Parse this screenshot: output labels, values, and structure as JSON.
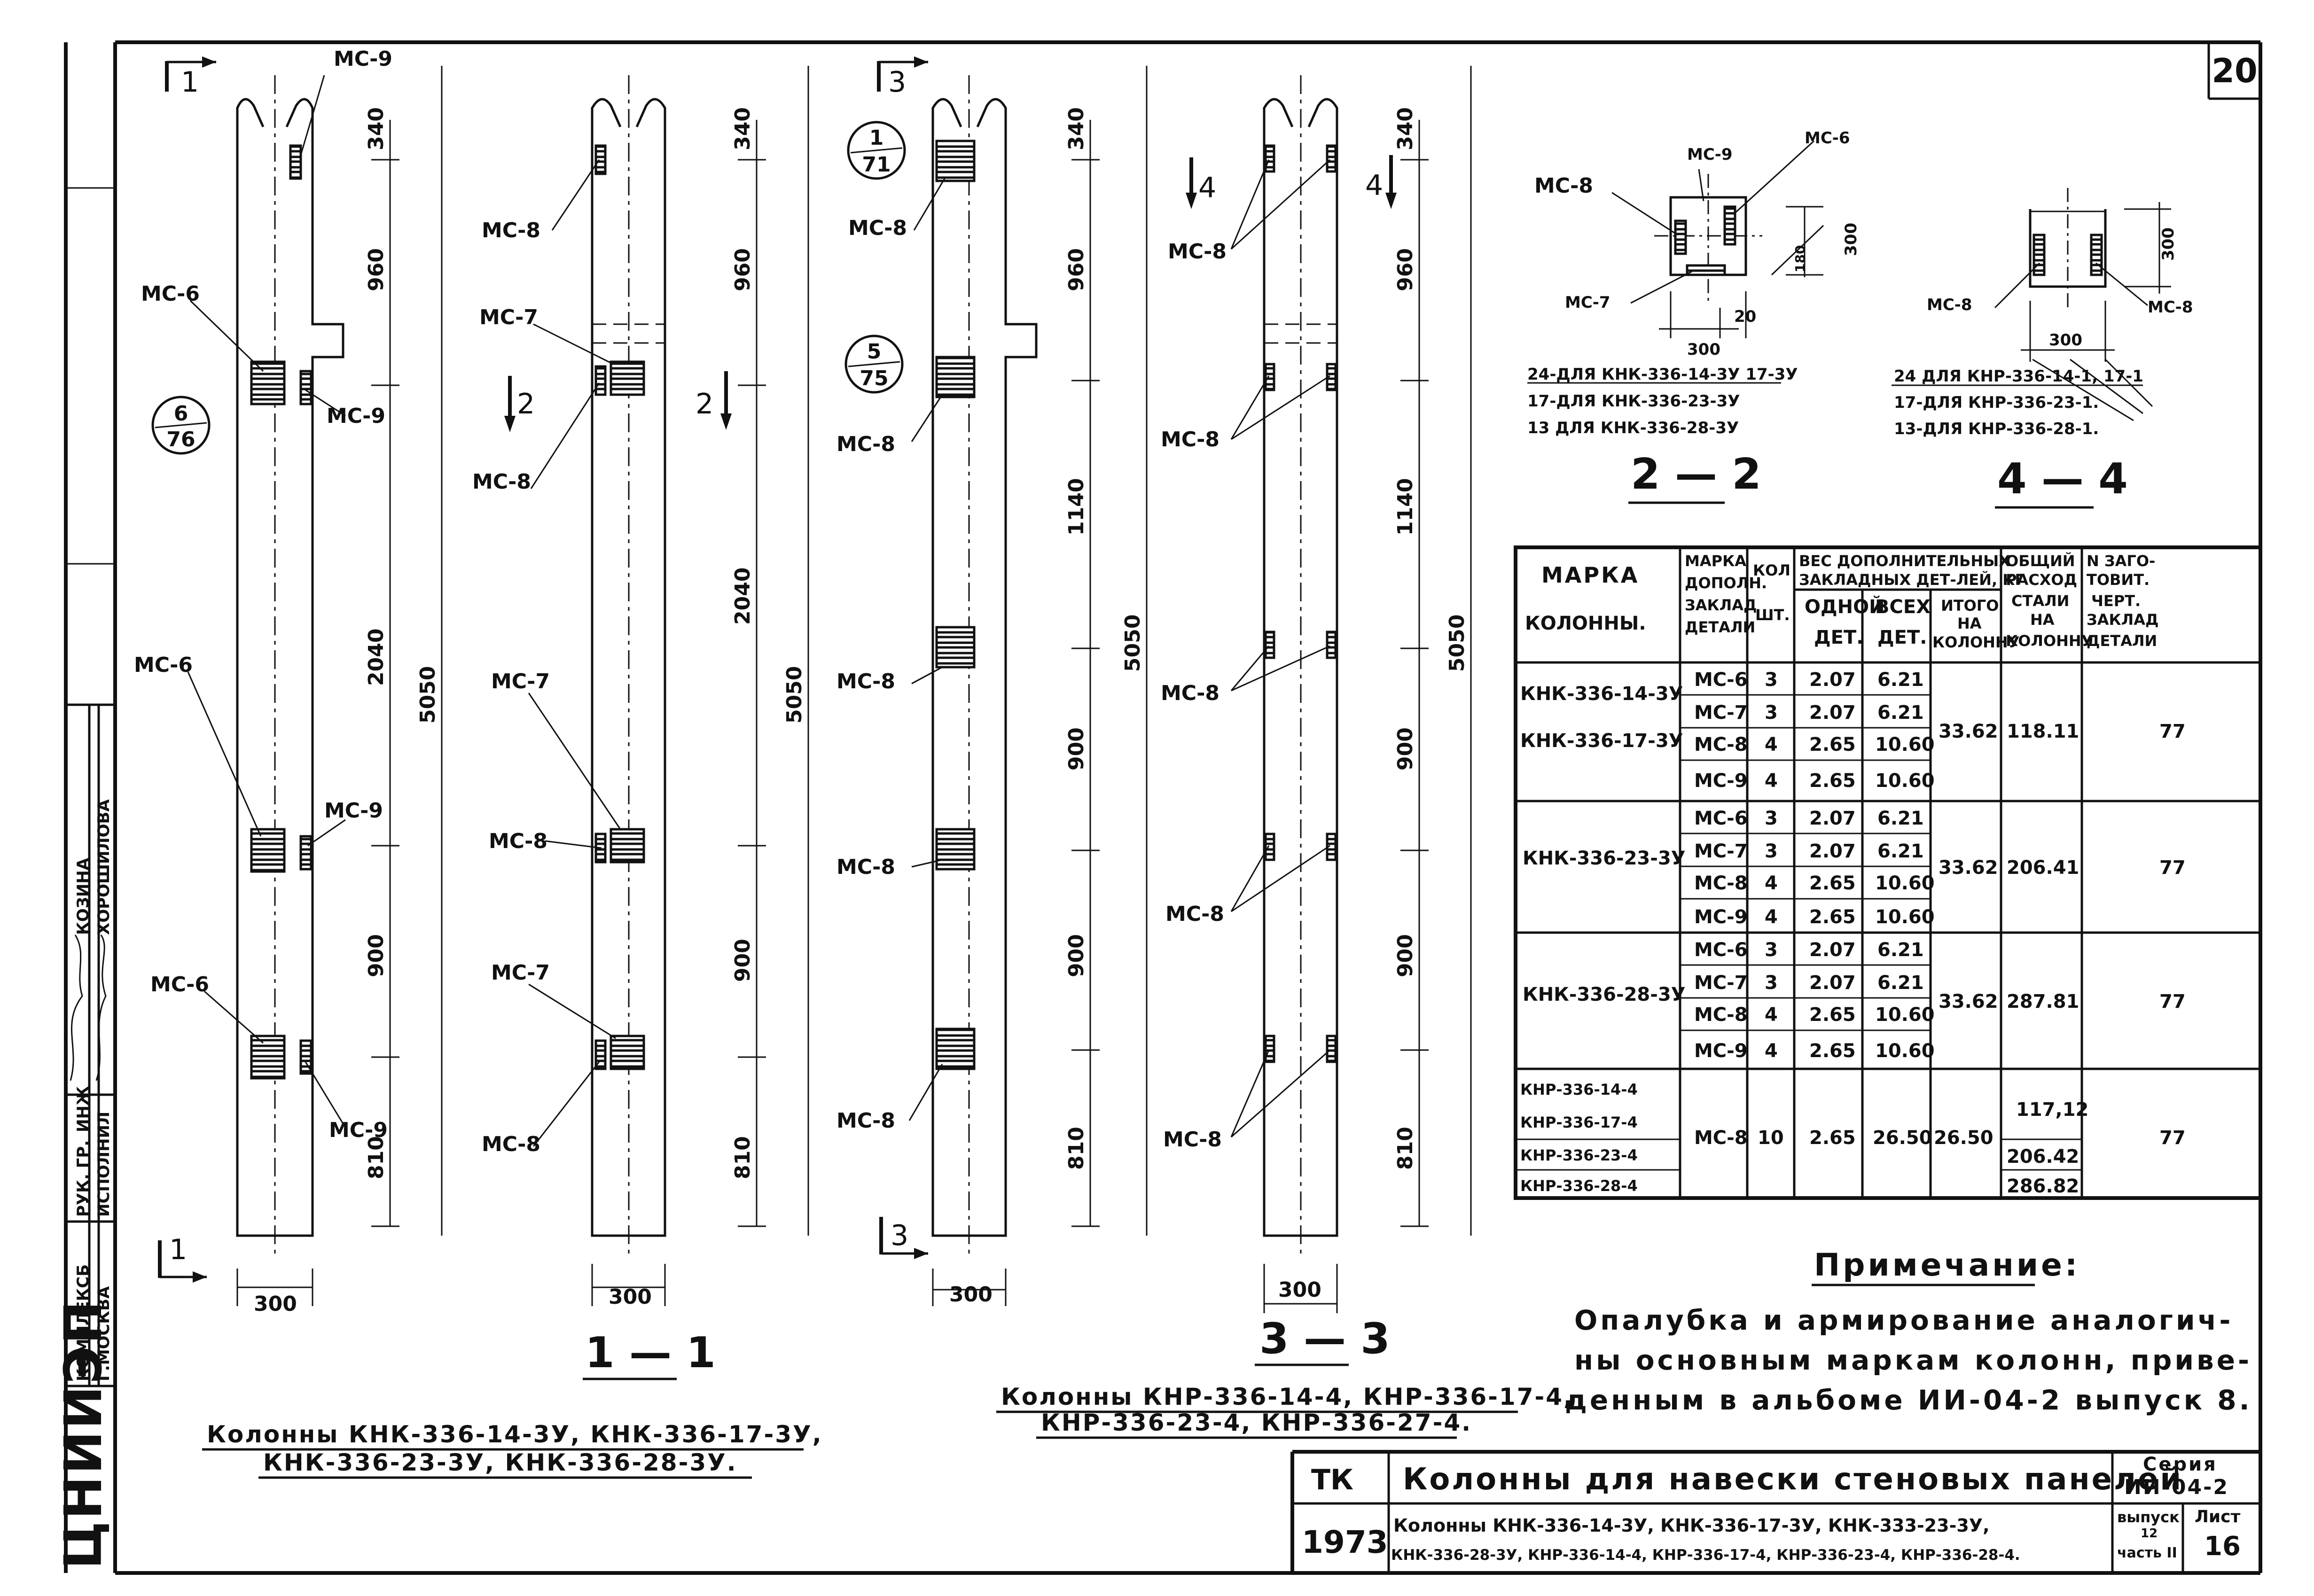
{
  "sheet_number": "20",
  "left_stamp": {
    "org": "ЦНИИЭП",
    "lines": [
      "КОМПЛЕКСБ",
      "Г.МОСКВА"
    ],
    "roles": [
      "РУК. ГР.",
      "ИНЖ",
      "ИСПОЛНИЛ"
    ],
    "names": [
      "КОЗИНА",
      "ХОРОШИЛОВА"
    ]
  },
  "parts": {
    "ms6": "МС-6",
    "ms7": "МС-7",
    "ms8": "МС-8",
    "ms9": "МС-9"
  },
  "dims": {
    "d340": "340",
    "d960": "960",
    "d2040": "2040",
    "d900": "900",
    "d810": "810",
    "d5050": "5050",
    "d1140": "1140",
    "d300": "300",
    "d20": "20",
    "d180": "180"
  },
  "cut_marks": {
    "c1": "1",
    "c2": "2",
    "c3": "3",
    "c4": "4"
  },
  "callouts": [
    {
      "top": "6",
      "bottom": "76"
    },
    {
      "top": "1",
      "bottom": "71"
    },
    {
      "top": "5",
      "bottom": "75"
    }
  ],
  "section_labels": {
    "s11": "1 — 1",
    "s33": "3 — 3",
    "s22": "2 — 2",
    "s44": "4 — 4"
  },
  "caption_knk": {
    "line1": "Колонны КНК-336-14-3У, КНК-336-17-3У,",
    "line2": "КНК-336-23-3У, КНК-336-28-3У."
  },
  "caption_knr": {
    "line1": "Колонны КНР-336-14-4, КНР-336-17-4,",
    "line2": "КНР-336-23-4, КНР-336-27-4."
  },
  "section22_notes": [
    "24-ДЛЯ КНК-336-14-3У 17-3У",
    "17-ДЛЯ КНК-336-23-3У",
    "13 ДЛЯ КНК-336-28-3У"
  ],
  "section44_notes": [
    "24 ДЛЯ КНР-336-14-1, 17-1",
    "17-ДЛЯ КНР-336-23-1.",
    "13-ДЛЯ КНР-336-28-1."
  ],
  "table": {
    "headers": {
      "mark": [
        "МАРКА",
        "КОЛОННЫ."
      ],
      "extra": [
        "МАРКА",
        "ДОПОЛН.",
        "ЗАКЛАД",
        "ДЕТАЛИ"
      ],
      "qty": [
        "КОЛ",
        "ШТ."
      ],
      "weight": [
        "ВЕС ДОПОЛНИТЕЛЬНЫХ",
        "ЗАКЛАДНЫХ ДЕТ-ЛЕЙ, КГ"
      ],
      "one": [
        "ОДНОЙ",
        "ДЕТ."
      ],
      "all": [
        "ВСЕХ",
        "ДЕТ."
      ],
      "total": [
        "ИТОГО",
        "НА",
        "КОЛОННУ"
      ],
      "steel": [
        "ОБЩИЙ",
        "РАСХОД",
        "СТАЛИ",
        "НА",
        "КОЛОННУ"
      ],
      "draw": [
        "N ЗАГО-",
        "ТОВИТ.",
        "ЧЕРТ.",
        "ЗАКЛАД",
        "ДЕТАЛИ"
      ]
    },
    "groups": [
      {
        "marks": [
          "КНК-336-14-3У",
          "КНК-336-17-3У"
        ],
        "rows": [
          [
            "МС-6",
            "3",
            "2.07",
            "6.21"
          ],
          [
            "МС-7",
            "3",
            "2.07",
            "6.21"
          ],
          [
            "МС-8",
            "4",
            "2.65",
            "10.60"
          ],
          [
            "МС-9",
            "4",
            "2.65",
            "10.60"
          ]
        ],
        "total": "33.62",
        "steel": "118.11",
        "drawing": "77"
      },
      {
        "marks": [
          "КНК-336-23-3У"
        ],
        "rows": [
          [
            "МС-6",
            "3",
            "2.07",
            "6.21"
          ],
          [
            "МС-7",
            "3",
            "2.07",
            "6.21"
          ],
          [
            "МС-8",
            "4",
            "2.65",
            "10.60"
          ],
          [
            "МС-9",
            "4",
            "2.65",
            "10.60"
          ]
        ],
        "total": "33.62",
        "steel": "206.41",
        "drawing": "77"
      },
      {
        "marks": [
          "КНК-336-28-3У"
        ],
        "rows": [
          [
            "МС-6",
            "3",
            "2.07",
            "6.21"
          ],
          [
            "МС-7",
            "3",
            "2.07",
            "6.21"
          ],
          [
            "МС-8",
            "4",
            "2.65",
            "10.60"
          ],
          [
            "МС-9",
            "4",
            "2.65",
            "10.60"
          ]
        ],
        "total": "33.62",
        "steel": "287.81",
        "drawing": "77"
      }
    ],
    "knr": {
      "marks": [
        "КНР-336-14-4",
        "КНР-336-17-4",
        "КНР-336-23-4",
        "КНР-336-28-4"
      ],
      "part": "МС-8",
      "qty": "10",
      "one": "2.65",
      "all": "26.50",
      "total": "26.50",
      "steels": [
        "117,12",
        "206.42",
        "286.82"
      ],
      "drawing": "77"
    }
  },
  "note": {
    "title": "Примечание:",
    "lines": [
      "Опалубка и армирование аналогич-",
      "ны основным маркам колонн, приве-",
      "денным в альбоме ИИ-04-2 выпуск 8."
    ]
  },
  "title_block": {
    "tk": "ТК",
    "title": "Колонны для навески стеновых панелей",
    "year": "1973",
    "desc1": "Колонны КНК-336-14-3У, КНК-336-17-3У, КНК-333-23-3У,",
    "desc2": "КНК-336-28-3У, КНР-336-14-4, КНР-336-17-4, КНР-336-23-4, КНР-336-28-4.",
    "series_label": "Серия",
    "series": "ИИ-04-2",
    "issue_label": "выпуск",
    "issue": "12",
    "part": "часть II",
    "sheet_label": "Лист",
    "sheet": "16"
  }
}
